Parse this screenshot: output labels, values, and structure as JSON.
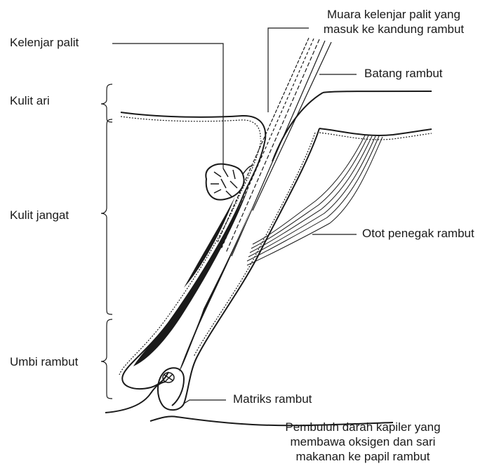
{
  "labels": {
    "kelenjar_palit": "Kelenjar palit",
    "kulit_ari": "Kulit ari",
    "kulit_jangat": "Kulit jangat",
    "umbi_rambut": "Umbi rambut",
    "muara_line1": "Muara kelenjar palit yang",
    "muara_line2": "masuk ke kandung rambut",
    "batang_rambut": "Batang rambut",
    "otot_penegak": "Otot penegak rambut",
    "matriks_rambut": "Matriks rambut",
    "pembuluh_line1": "Pembuluh darah kapiler yang",
    "pembuluh_line2": "membawa oksigen dan sari",
    "pembuluh_line3": "makanan ke papil rambut"
  },
  "colors": {
    "ink": "#1a1a1a",
    "background": "#ffffff"
  }
}
